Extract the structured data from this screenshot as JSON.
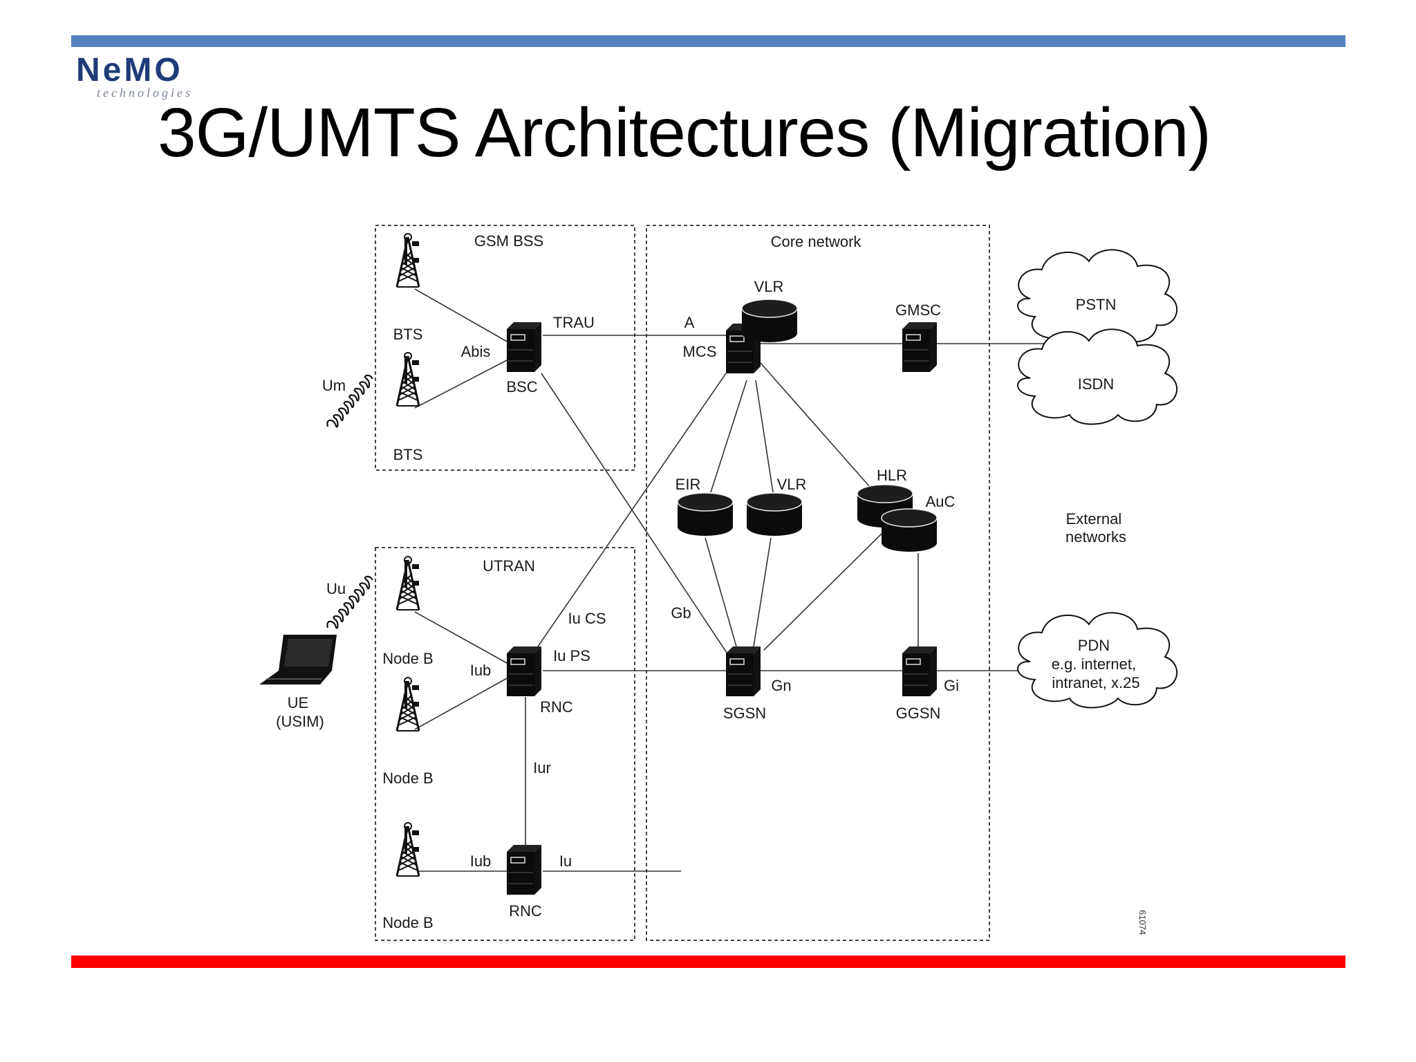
{
  "logo": {
    "word": "NeMO",
    "sub": "technologies"
  },
  "title": "3G/UMTS Architectures (Migration)",
  "diagram": {
    "regions": {
      "gsm_bss": "GSM BSS",
      "core": "Core network",
      "utran": "UTRAN",
      "external": [
        "External",
        "networks"
      ]
    },
    "nodes": {
      "bts1": "BTS",
      "bts2": "BTS",
      "bsc": "BSC",
      "mcs": "MCS",
      "vlr_top": "VLR",
      "gmsc": "GMSC",
      "eir": "EIR",
      "vlr_mid": "VLR",
      "hlr": "HLR",
      "auc": "AuC",
      "nodeb1": "Node B",
      "nodeb2": "Node B",
      "nodeb3": "Node B",
      "rnc1": "RNC",
      "rnc2": "RNC",
      "sgsn": "SGSN",
      "ggsn": "GGSN",
      "ue": [
        "UE",
        "(USIM)"
      ]
    },
    "interfaces": {
      "um": "Um",
      "uu": "Uu",
      "abis": "Abis",
      "trau": "TRAU",
      "a": "A",
      "gb": "Gb",
      "iucs": "Iu CS",
      "iups": "Iu PS",
      "iub1": "Iub",
      "iub2": "Iub",
      "iur": "Iur",
      "iu": "Iu",
      "gn": "Gn",
      "gi": "Gi"
    },
    "clouds": {
      "pstn": "PSTN",
      "isdn": "ISDN",
      "pdn": [
        "PDN",
        "e.g. internet,",
        "intranet, x.25"
      ]
    },
    "figure_id": "61074"
  }
}
